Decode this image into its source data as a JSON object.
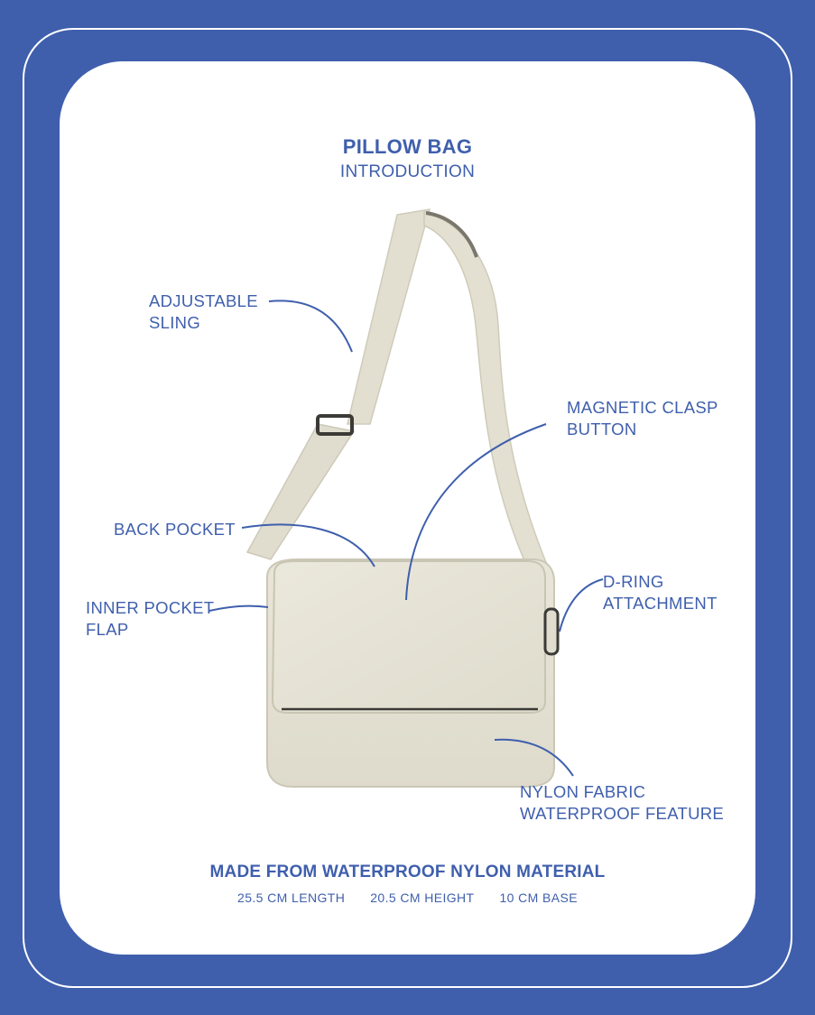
{
  "title": "PILLOW BAG",
  "subtitle": "INTRODUCTION",
  "labels": {
    "sling": "ADJUSTABLE\nSLING",
    "magnetic": "MAGNETIC CLASP\nBUTTON",
    "back_pocket": "BACK POCKET",
    "inner_pocket": "INNER POCKET\nFLAP",
    "d_ring": "D-RING\nATTACHMENT",
    "nylon": "NYLON FABRIC\nWATERPROOF FEATURE"
  },
  "footer": {
    "headline": "MADE FROM WATERPROOF NYLON MATERIAL",
    "dimensions": [
      "25.5 CM LENGTH",
      "20.5 CM HEIGHT",
      "10 CM BASE"
    ]
  },
  "colors": {
    "accent": "#3f5fad",
    "background": "#3f5fad",
    "card": "#ffffff",
    "bag": "#e7e4d6"
  }
}
